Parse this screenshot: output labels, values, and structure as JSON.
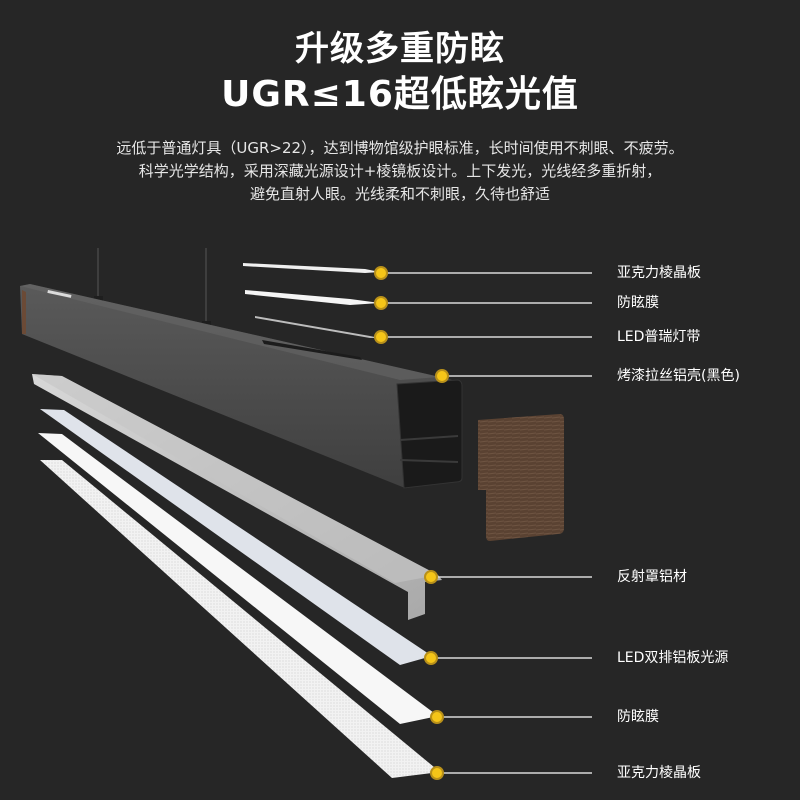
{
  "header": {
    "title_line1": "升级多重防眩",
    "title_line2": "UGR≤16超低眩光值"
  },
  "description": {
    "line1": "远低于普通灯具（UGR>22），达到博物馆级护眼标准，长时间使用不刺眼、不疲劳。",
    "line2": "科学光学结构，采用深藏光源设计+棱镜板设计。上下发光，光线经多重折射，",
    "line3": "避免直射人眼。光线柔和不刺眼，久待也舒适"
  },
  "callouts": [
    {
      "label": "亚克力棱晶板"
    },
    {
      "label": "防眩膜"
    },
    {
      "label": "LED普瑞灯带"
    },
    {
      "label": "烤漆拉丝铝壳(黑色)"
    },
    {
      "label": "反射罩铝材"
    },
    {
      "label": "LED双排铝板光源"
    },
    {
      "label": "防眩膜"
    },
    {
      "label": "亚克力棱晶板"
    }
  ],
  "colors": {
    "background": "#262626",
    "callout_dot": "#f5c518",
    "callout_dot_ring": "#b8901a",
    "leader_line": "#d9d9d9",
    "housing": "#4a4a4a",
    "end_cap": "#5a4232"
  }
}
